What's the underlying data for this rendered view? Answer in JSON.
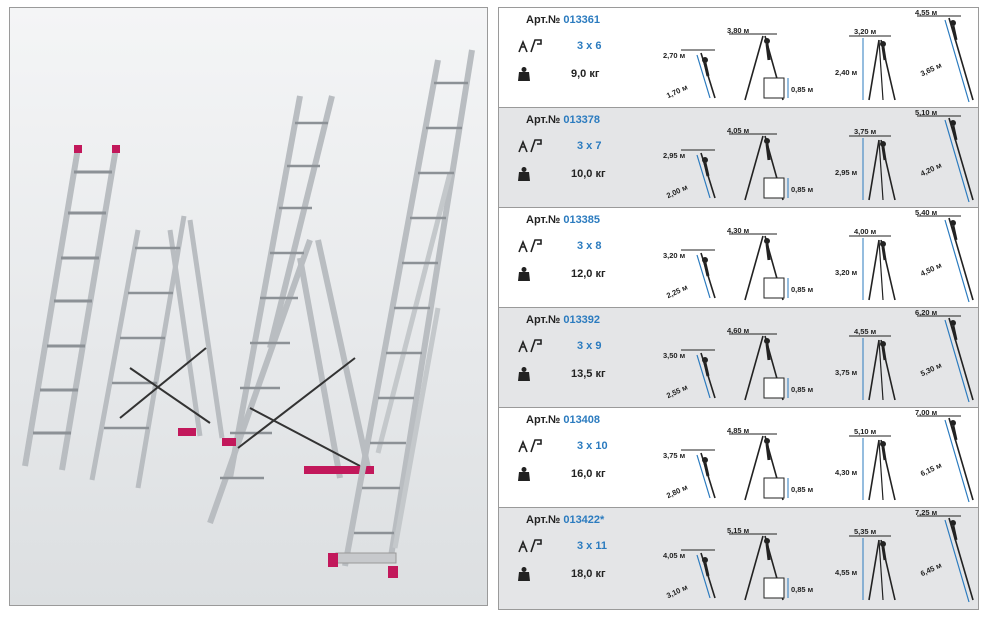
{
  "art_prefix": "Арт.№",
  "colors": {
    "blue": "#2b7bbf",
    "pink": "#c2185b"
  },
  "icons": [
    "ladder-step-icon",
    "weight-icon"
  ],
  "rows": [
    {
      "art": "013361",
      "config": "3 x 6",
      "weight": "9,0 кг",
      "h1_top": "2,70 м",
      "h1_len": "1,70 м",
      "h2_top": "3,80 м",
      "box": "0,85 м",
      "h3_top": "3,20 м",
      "h3_mid": "2,40 м",
      "h4_top": "4,55 м",
      "h4_len": "3,65 м"
    },
    {
      "art": "013378",
      "config": "3 x 7",
      "weight": "10,0 кг",
      "h1_top": "2,95 м",
      "h1_len": "2,00 м",
      "h2_top": "4,05 м",
      "box": "0,85 м",
      "h3_top": "3,75 м",
      "h3_mid": "2,95 м",
      "h4_top": "5,10 м",
      "h4_len": "4,20 м"
    },
    {
      "art": "013385",
      "config": "3 x 8",
      "weight": "12,0 кг",
      "h1_top": "3,20 м",
      "h1_len": "2,25 м",
      "h2_top": "4,30 м",
      "box": "0,85 м",
      "h3_top": "4,00 м",
      "h3_mid": "3,20 м",
      "h4_top": "5,40 м",
      "h4_len": "4,50 м"
    },
    {
      "art": "013392",
      "config": "3 x 9",
      "weight": "13,5 кг",
      "h1_top": "3,50 м",
      "h1_len": "2,55 м",
      "h2_top": "4,60 м",
      "box": "0,85 м",
      "h3_top": "4,55 м",
      "h3_mid": "3,75 м",
      "h4_top": "6,20 м",
      "h4_len": "5,30 м"
    },
    {
      "art": "013408",
      "config": "3 x 10",
      "weight": "16,0 кг",
      "h1_top": "3,75 м",
      "h1_len": "2,80 м",
      "h2_top": "4,85 м",
      "box": "0,85 м",
      "h3_top": "5,10 м",
      "h3_mid": "4,30 м",
      "h4_top": "7,00 м",
      "h4_len": "6,15 м"
    },
    {
      "art": "013422*",
      "config": "3 x 11",
      "weight": "18,0 кг",
      "h1_top": "4,05 м",
      "h1_len": "3,10 м",
      "h2_top": "5,15 м",
      "box": "0,85 м",
      "h3_top": "5,35 м",
      "h3_mid": "4,55 м",
      "h4_top": "7,25 м",
      "h4_len": "6,45 м"
    }
  ]
}
